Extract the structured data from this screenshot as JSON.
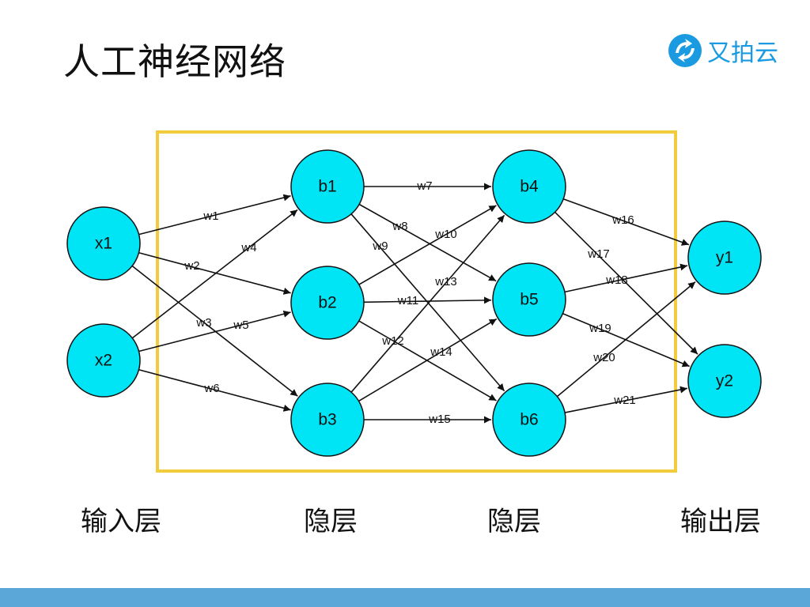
{
  "title": "人工神经网络",
  "logo": {
    "text": "又拍云",
    "icon": "upyun-logo-icon",
    "color": "#1a9ae0"
  },
  "layers": [
    {
      "label": "输入层"
    },
    {
      "label": "隐层"
    },
    {
      "label": "隐层"
    },
    {
      "label": "输出层"
    }
  ],
  "colors": {
    "node_fill": "#00e5f5",
    "node_stroke": "#111111",
    "edge": "#111111",
    "frame": "#f2cc3d",
    "bottom_bar": "#5aa7d8"
  },
  "nodes": [
    {
      "id": "x1",
      "label": "x1",
      "layer": 0
    },
    {
      "id": "x2",
      "label": "x2",
      "layer": 0
    },
    {
      "id": "b1",
      "label": "b1",
      "layer": 1
    },
    {
      "id": "b2",
      "label": "b2",
      "layer": 1
    },
    {
      "id": "b3",
      "label": "b3",
      "layer": 1
    },
    {
      "id": "b4",
      "label": "b4",
      "layer": 2
    },
    {
      "id": "b5",
      "label": "b5",
      "layer": 2
    },
    {
      "id": "b6",
      "label": "b6",
      "layer": 2
    },
    {
      "id": "y1",
      "label": "y1",
      "layer": 3
    },
    {
      "id": "y2",
      "label": "y2",
      "layer": 3
    }
  ],
  "edges": [
    {
      "from": "x1",
      "to": "b1",
      "label": "w1"
    },
    {
      "from": "x1",
      "to": "b2",
      "label": "w2"
    },
    {
      "from": "x1",
      "to": "b3",
      "label": "w3"
    },
    {
      "from": "x2",
      "to": "b1",
      "label": "w4"
    },
    {
      "from": "x2",
      "to": "b2",
      "label": "w5"
    },
    {
      "from": "x2",
      "to": "b3",
      "label": "w6"
    },
    {
      "from": "b1",
      "to": "b4",
      "label": "w7"
    },
    {
      "from": "b1",
      "to": "b5",
      "label": "w8"
    },
    {
      "from": "b1",
      "to": "b6",
      "label": "w9"
    },
    {
      "from": "b2",
      "to": "b4",
      "label": "w10"
    },
    {
      "from": "b2",
      "to": "b5",
      "label": "w11"
    },
    {
      "from": "b2",
      "to": "b6",
      "label": "w12"
    },
    {
      "from": "b3",
      "to": "b4",
      "label": "w13"
    },
    {
      "from": "b3",
      "to": "b5",
      "label": "w14"
    },
    {
      "from": "b3",
      "to": "b6",
      "label": "w15"
    },
    {
      "from": "b4",
      "to": "y1",
      "label": "w16"
    },
    {
      "from": "b4",
      "to": "y2",
      "label": "w17"
    },
    {
      "from": "b5",
      "to": "y1",
      "label": "w18"
    },
    {
      "from": "b5",
      "to": "y2",
      "label": "w19"
    },
    {
      "from": "b6",
      "to": "y1",
      "label": "w20"
    },
    {
      "from": "b6",
      "to": "y2",
      "label": "w21"
    }
  ]
}
